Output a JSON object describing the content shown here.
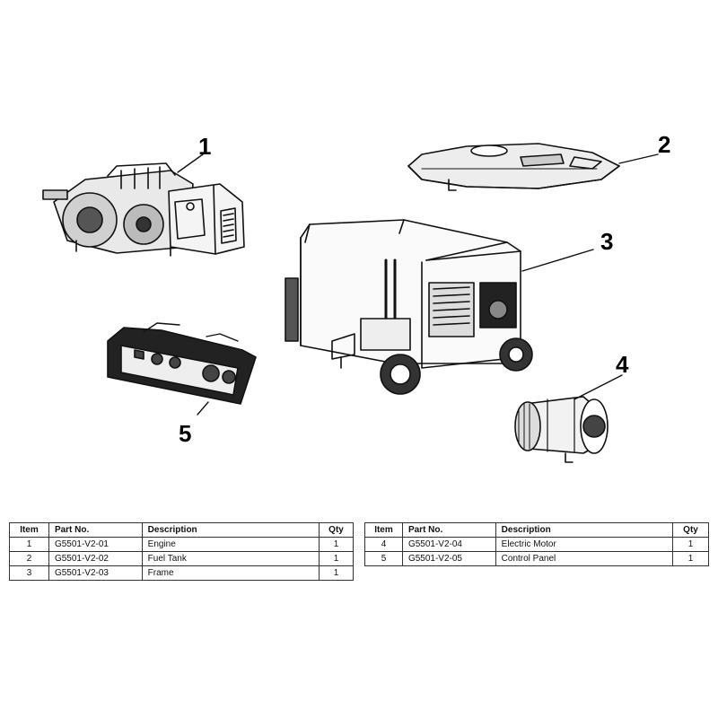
{
  "callouts": [
    "1",
    "2",
    "3",
    "4",
    "5"
  ],
  "table_headers": {
    "item": "Item",
    "part_no": "Part No.",
    "description": "Description",
    "qty": "Qty"
  },
  "parts_left": [
    {
      "item": "1",
      "part_no": "G5501-V2-01",
      "description": "Engine",
      "qty": "1"
    },
    {
      "item": "2",
      "part_no": "G5501-V2-02",
      "description": "Fuel Tank",
      "qty": "1"
    },
    {
      "item": "3",
      "part_no": "G5501-V2-03",
      "description": "Frame",
      "qty": "1"
    }
  ],
  "parts_right": [
    {
      "item": "4",
      "part_no": "G5501-V2-04",
      "description": "Electric Motor",
      "qty": "1"
    },
    {
      "item": "5",
      "part_no": "G5501-V2-05",
      "description": "Control Panel",
      "qty": "1"
    }
  ]
}
